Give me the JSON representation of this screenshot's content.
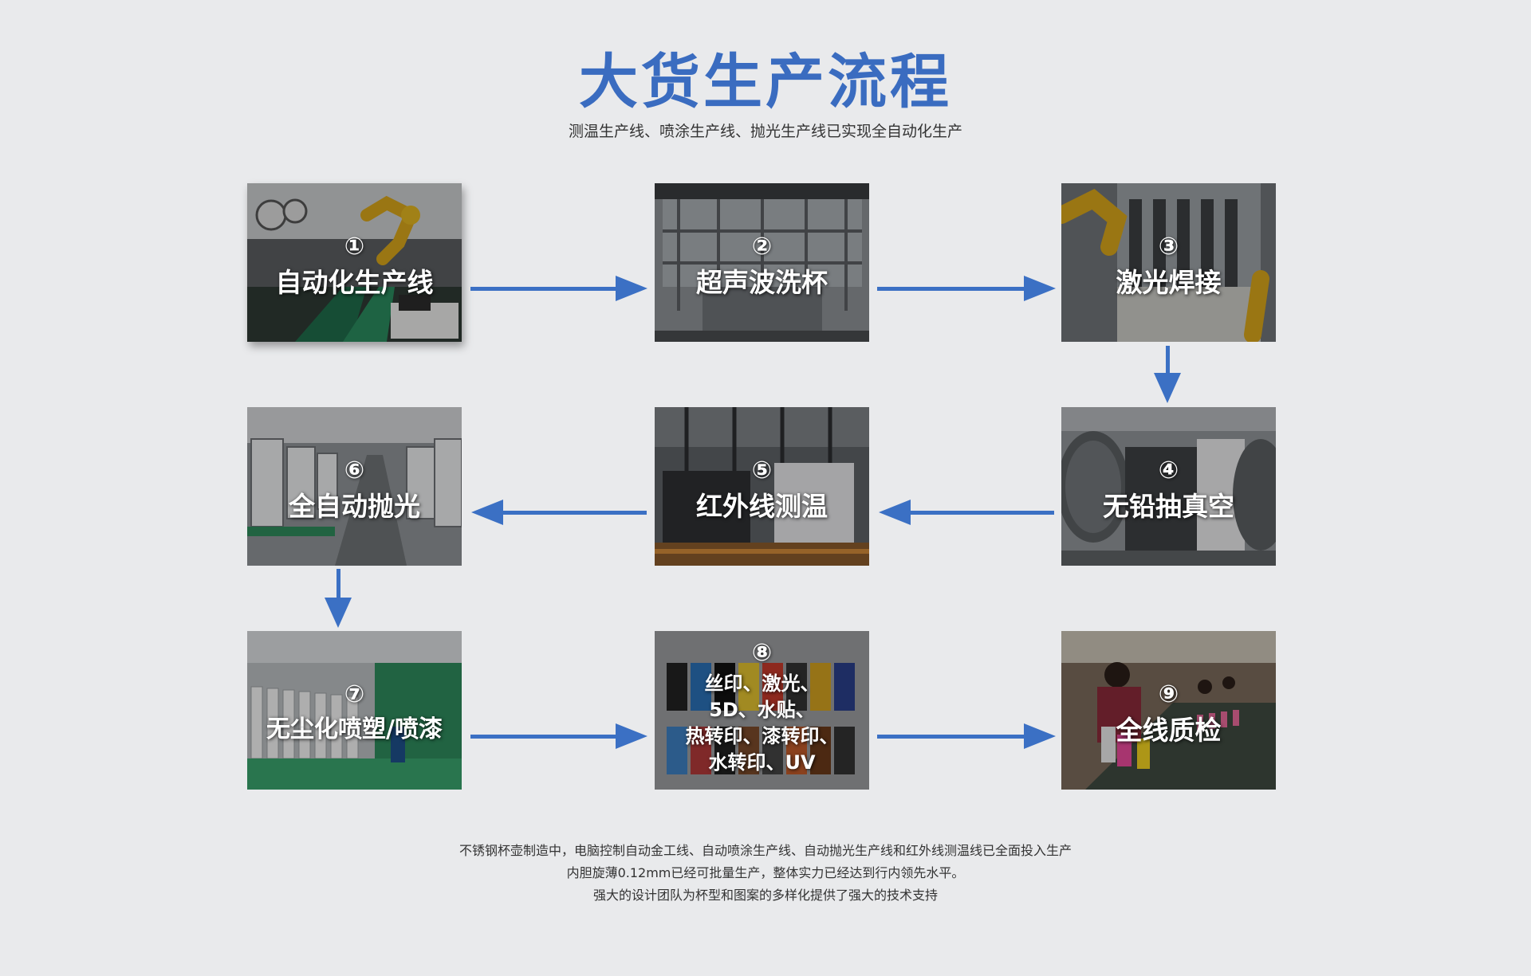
{
  "title": "大货生产流程",
  "subtitle": "测温生产线、喷涂生产线、抛光生产线已实现全自动化生产",
  "steps": [
    {
      "num": "①",
      "label": "自动化生产线"
    },
    {
      "num": "②",
      "label": "超声波洗杯"
    },
    {
      "num": "③",
      "label": "激光焊接"
    },
    {
      "num": "④",
      "label": "无铅抽真空"
    },
    {
      "num": "⑤",
      "label": "红外线测温"
    },
    {
      "num": "⑥",
      "label": "全自动抛光"
    },
    {
      "num": "⑦",
      "label": "无尘化喷塑/喷漆"
    },
    {
      "num": "⑧",
      "label": "丝印、激光、\n5D、水贴、\n热转印、漆转印、\n水转印、UV"
    },
    {
      "num": "⑨",
      "label": "全线质检"
    }
  ],
  "footer": {
    "line1": "不锈钢杯壶制造中，电脑控制自动金工线、自动喷涂生产线、自动抛光生产线和红外线测温线已全面投入生产",
    "line2": "内胆旋薄0.12mm已经可批量生产，整体实力已经达到行内领先水平。",
    "line3": "强大的设计团队为杯型和图案的多样化提供了强大的技术支持"
  },
  "colors": {
    "accent": "#3a6cc0",
    "arrow": "#3b70c4",
    "background": "#e9eaec"
  }
}
